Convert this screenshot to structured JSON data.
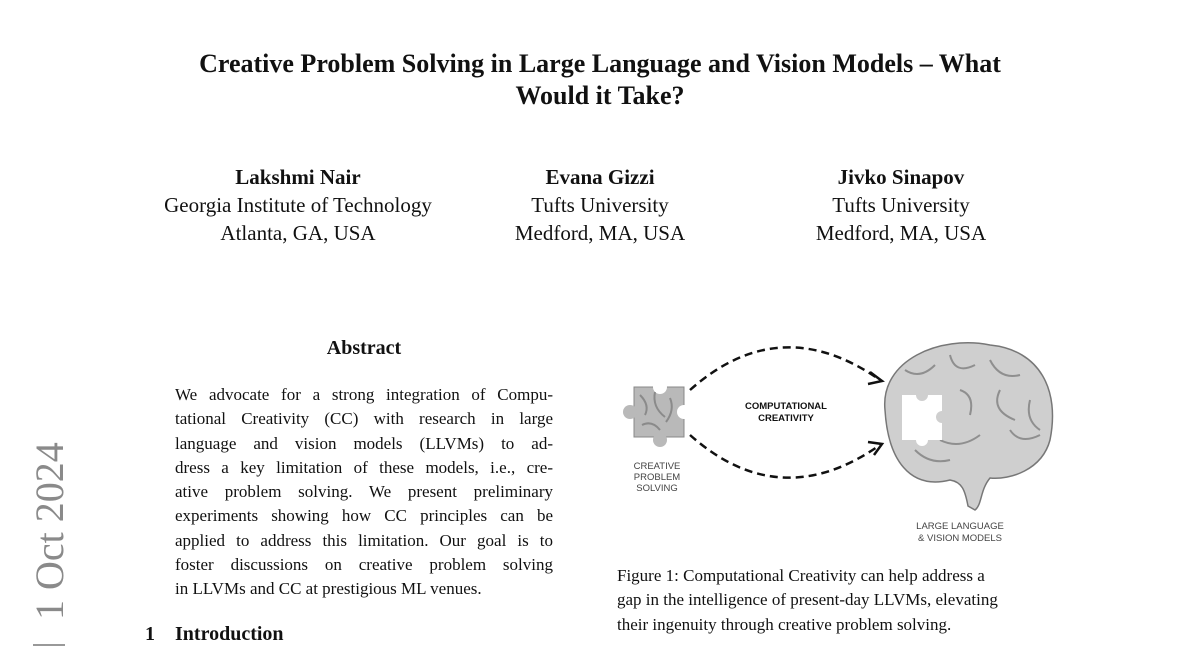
{
  "title_lines": [
    "Creative Problem Solving in Large Language and Vision Models – What",
    "Would it Take?"
  ],
  "authors": [
    {
      "name": "Lakshmi Nair",
      "affiliation": "Georgia Institute of Technology",
      "location": "Atlanta, GA, USA"
    },
    {
      "name": "Evana Gizzi",
      "affiliation": "Tufts University",
      "location": "Medford, MA, USA"
    },
    {
      "name": "Jivko Sinapov",
      "affiliation": "Tufts University",
      "location": "Medford, MA, USA"
    }
  ],
  "abstract": {
    "heading": "Abstract",
    "lines": [
      "We advocate for a strong integration of Compu-",
      "tational Creativity (CC) with research in large",
      "language and vision models (LLVMs) to ad-",
      "dress a key limitation of these models, i.e., cre-",
      "ative problem solving. We present preliminary",
      "experiments showing how CC principles can be",
      "applied to address this limitation. Our goal is to",
      "foster discussions on creative problem solving",
      "in LLVMs and CC at prestigious ML venues."
    ]
  },
  "section": {
    "number": "1",
    "title": "Introduction"
  },
  "figure": {
    "label_center": [
      "COMPUTATIONAL",
      "CREATIVITY"
    ],
    "label_left": [
      "CREATIVE",
      "PROBLEM",
      "SOLVING"
    ],
    "label_right": [
      "LARGE LANGUAGE",
      "& VISION MODELS"
    ],
    "caption_lines": [
      "Figure 1: Computational Creativity can help address a",
      "gap in the intelligence of present-day LLVMs, elevating",
      "their ingenuity through creative problem solving."
    ]
  },
  "side_stamp": "1 Oct 2024"
}
